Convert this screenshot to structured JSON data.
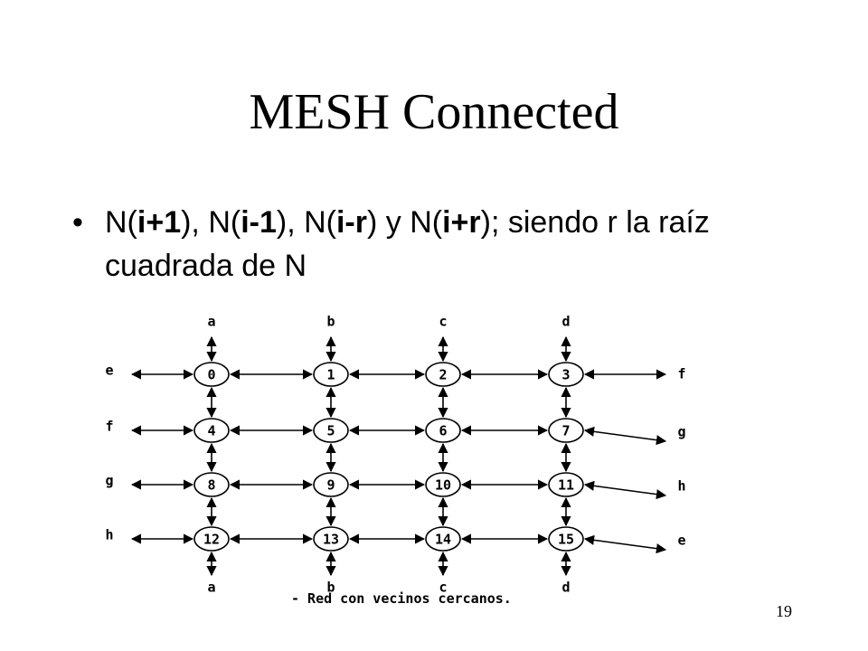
{
  "slide": {
    "title": "MESH Connected",
    "bullet": {
      "parts": [
        {
          "text": "N(",
          "bold": false
        },
        {
          "text": "i+1",
          "bold": true
        },
        {
          "text": "), N(",
          "bold": false
        },
        {
          "text": "i-1",
          "bold": true
        },
        {
          "text": "), N(",
          "bold": false
        },
        {
          "text": "i-r",
          "bold": true
        },
        {
          "text": ") y N(",
          "bold": false
        },
        {
          "text": "i+r",
          "bold": true
        },
        {
          "text": "); siendo r la raíz cuadrada de N",
          "bold": false
        }
      ]
    },
    "page_number": "19"
  },
  "diagram": {
    "nodes": [
      "0",
      "1",
      "2",
      "3",
      "4",
      "5",
      "6",
      "7",
      "8",
      "9",
      "10",
      "11",
      "12",
      "13",
      "14",
      "15"
    ],
    "top_labels": [
      "a",
      "b",
      "c",
      "d"
    ],
    "bottom_labels": [
      "a",
      "b",
      "c",
      "d"
    ],
    "left_labels": [
      "e",
      "f",
      "g",
      "h"
    ],
    "right_labels": [
      "f",
      "g",
      "h",
      "e"
    ],
    "caption": "- Red con vecinos cercanos."
  }
}
